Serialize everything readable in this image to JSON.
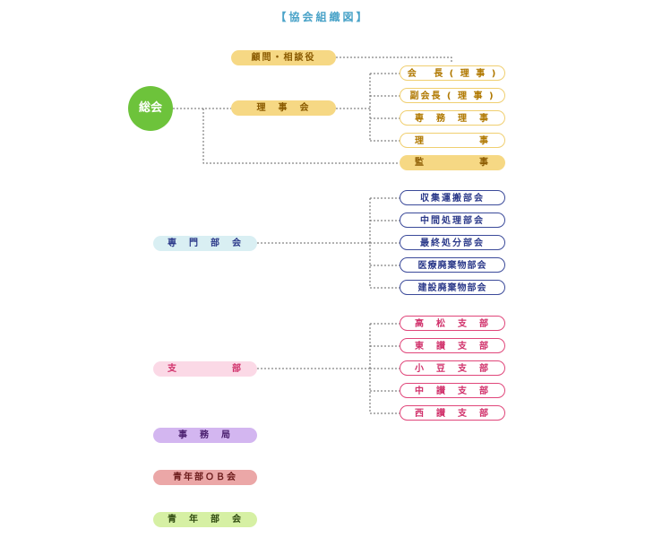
{
  "title": "【協会組織図】",
  "general_assembly": "総会",
  "advisors": "顧問・相談役",
  "board": "理　事　会",
  "board_members": [
    "会　 長 ( 理 事 )",
    "副会長 ( 理 事 )",
    "専　務　理　事",
    "理　　　　　事"
  ],
  "auditor": "監　　　　　事",
  "committees": {
    "label": "専　門　部　会",
    "items": [
      "収集運搬部会",
      "中間処理部会",
      "最終処分部会",
      "医療廃棄物部会",
      "建設廃棄物部会"
    ]
  },
  "branches": {
    "label": "支　　　　　部",
    "items": [
      "高　松　支　部",
      "東　讃　支　部",
      "小　豆　支　部",
      "中　讃　支　部",
      "西　讃　支　部"
    ]
  },
  "secretariat": "事　務　局",
  "youth_ob": "青年部ＯＢ会",
  "youth": "青　年　部　会"
}
